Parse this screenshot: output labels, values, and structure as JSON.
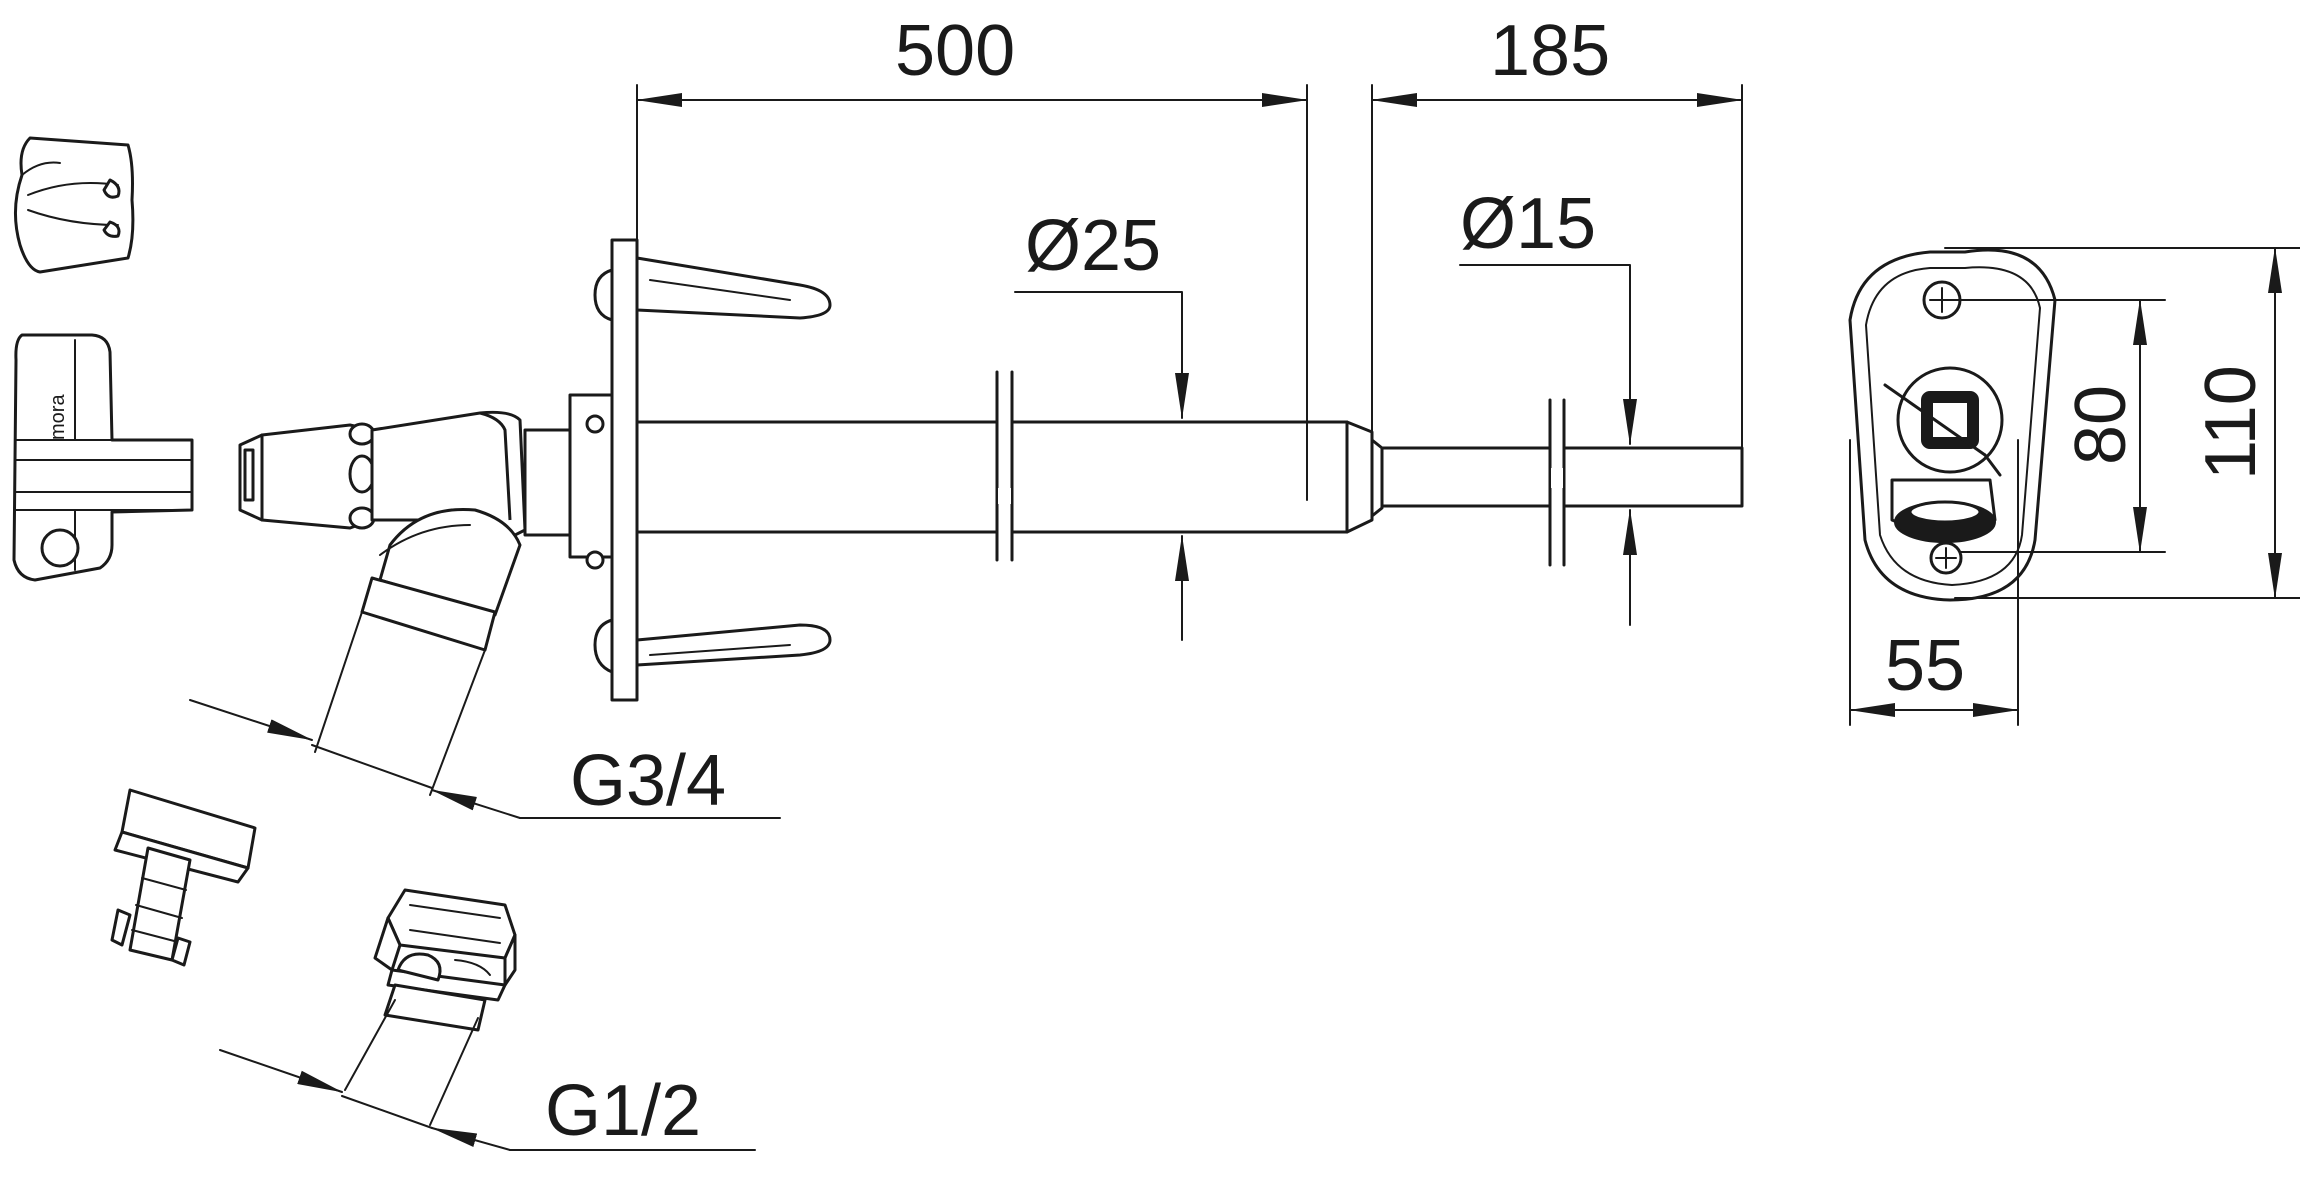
{
  "dimensions": {
    "pipe_length": "500",
    "inner_length": "185",
    "pipe_diameter": "Ø25",
    "inner_diameter": "Ø15",
    "plate_width": "55",
    "hole_spacing": "80",
    "plate_height": "110"
  },
  "threads": {
    "inlet": "G3/4",
    "adapter": "G1/2"
  },
  "handle_brand": "mora",
  "colors": {
    "line": "#1a1a1a",
    "background": "#ffffff"
  }
}
